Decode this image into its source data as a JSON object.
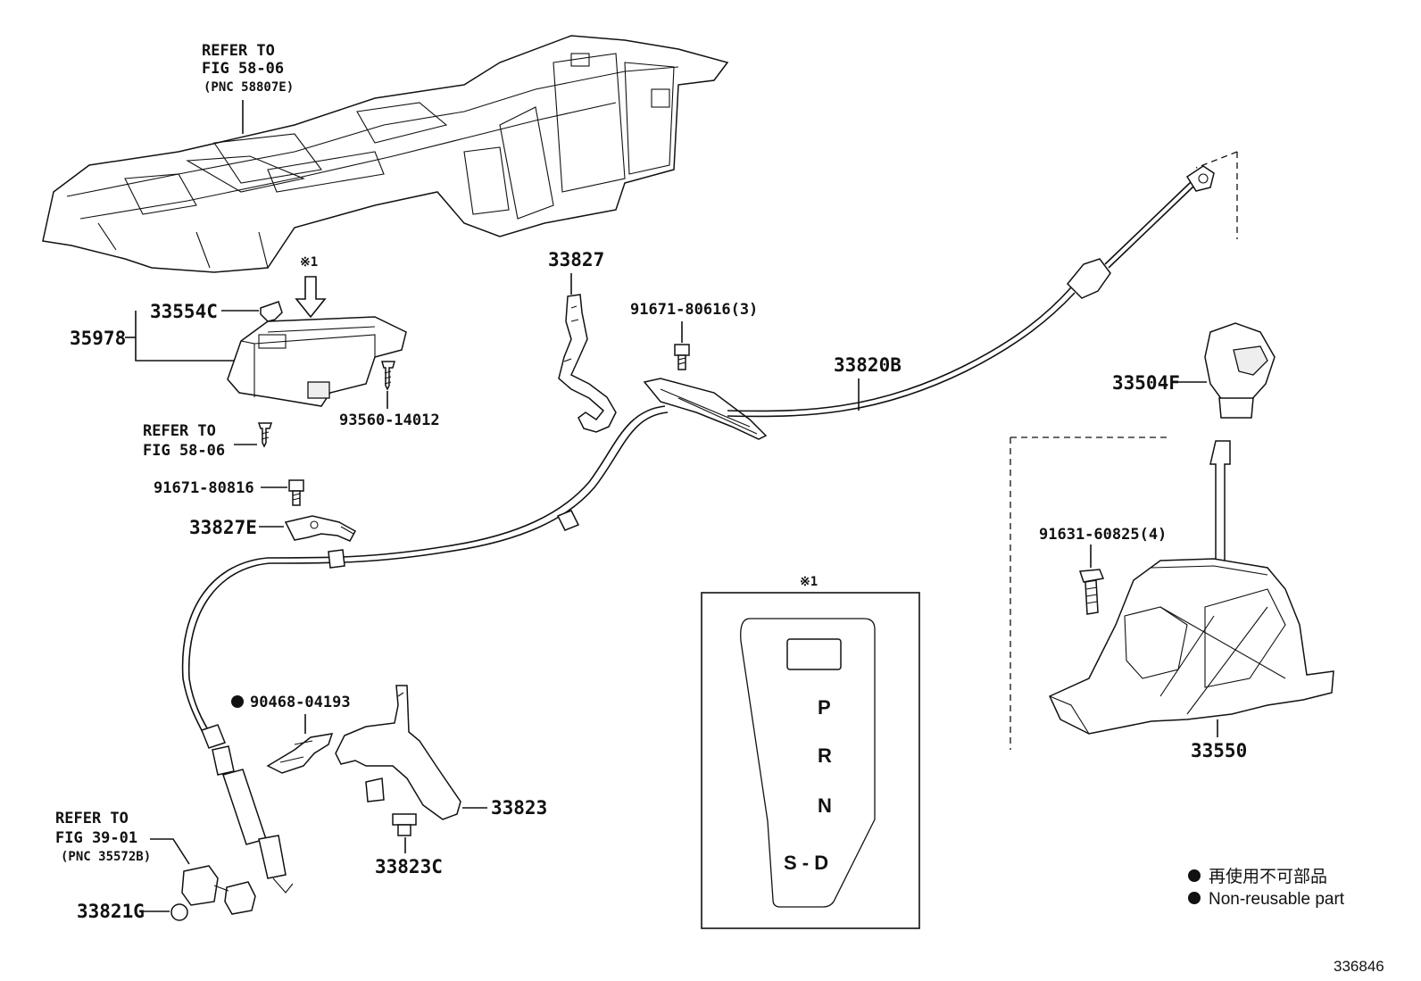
{
  "refs": {
    "console_l1": "REFER TO",
    "console_l2": "FIG 58-06",
    "console_l3": "(PNC 58807E)",
    "screw_l1": "REFER TO",
    "screw_l2": "FIG 58-06",
    "lock_l1": "REFER TO",
    "lock_l2": "FIG 39-01",
    "lock_l3": "(PNC 35572B)"
  },
  "parts": {
    "p33554C": "33554C",
    "p35978": "35978",
    "p93560": "93560-14012",
    "p91671_80816": "91671-80816",
    "p33827E": "33827E",
    "p33827": "33827",
    "p91671_80616": "91671-80616(3)",
    "p33820B": "33820B",
    "p33504F": "33504F",
    "p91631": "91631-60825(4)",
    "p33550": "33550",
    "p90468": "90468-04193",
    "p33823": "33823",
    "p33823C": "33823C",
    "p33821G": "33821G"
  },
  "markers": {
    "note_mark": "※1",
    "inset_mark": "※1"
  },
  "gate": {
    "p": "P",
    "r": "R",
    "n": "N",
    "sd": "S - D"
  },
  "legend": {
    "jp": "再使用不可部品",
    "en": "Non-reusable part"
  },
  "illustration_id": "336846"
}
